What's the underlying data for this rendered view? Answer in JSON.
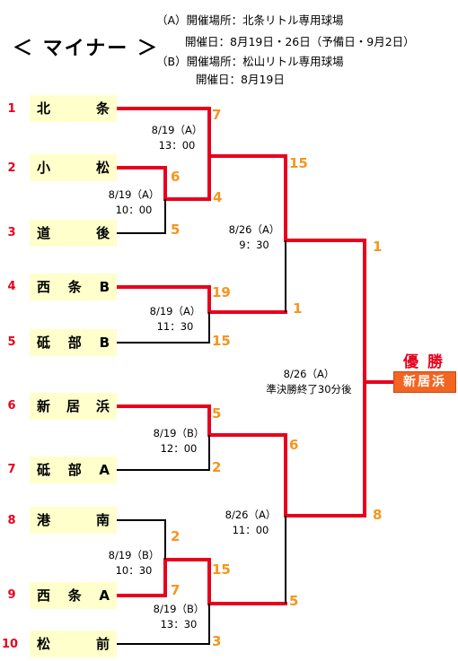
{
  "title": "＜ マイナー ＞",
  "venue_lines": [
    "（A）開催場所：北条リトル専用球場",
    "開催日：8月19日・26日（予備日・9月2日）",
    "（B）開催場所：松山リトル専用球場",
    "開催日：8月19日"
  ],
  "teams": [
    {
      "seed": "1",
      "chars": [
        "北",
        "条"
      ]
    },
    {
      "seed": "2",
      "chars": [
        "小",
        "松"
      ]
    },
    {
      "seed": "3",
      "chars": [
        "道",
        "後"
      ]
    },
    {
      "seed": "4",
      "chars": [
        "西",
        "条",
        "B"
      ]
    },
    {
      "seed": "5",
      "chars": [
        "砥",
        "部",
        "B"
      ]
    },
    {
      "seed": "6",
      "chars": [
        "新",
        "居",
        "浜"
      ]
    },
    {
      "seed": "7",
      "chars": [
        "砥",
        "部",
        "A"
      ]
    },
    {
      "seed": "8",
      "chars": [
        "港",
        "南"
      ]
    },
    {
      "seed": "9",
      "chars": [
        "西",
        "条",
        "A"
      ]
    },
    {
      "seed": "10",
      "chars": [
        "松",
        "前"
      ]
    }
  ],
  "scores": [
    "7",
    "6",
    "4",
    "5",
    "15",
    "19",
    "1",
    "15",
    "5",
    "2",
    "6",
    "2",
    "15",
    "7",
    "5",
    "3",
    "1",
    "8"
  ],
  "games": [
    {
      "date": "8/19（A）",
      "time": "13：00"
    },
    {
      "date": "8/19（A）",
      "time": "10：00"
    },
    {
      "date": "8/26（A）",
      "time": "9：30"
    },
    {
      "date": "8/19（A）",
      "time": "11：30"
    },
    {
      "date": "8/26（A）",
      "time": "準決勝終了30分後"
    },
    {
      "date": "8/19（B）",
      "time": "12：00"
    },
    {
      "date": "8/26（A）",
      "time": "11：00"
    },
    {
      "date": "8/19（B）",
      "time": "10：30"
    },
    {
      "date": "8/19（B）",
      "time": "13：30"
    }
  ],
  "champion_label": "優 勝",
  "champion_team": "新居浜",
  "colors": {
    "winner_line": "#e8001c",
    "loser_line": "#000000",
    "score": "#f7941d",
    "team_bg": "#ffffcc",
    "champion_bg": "#f26522"
  }
}
